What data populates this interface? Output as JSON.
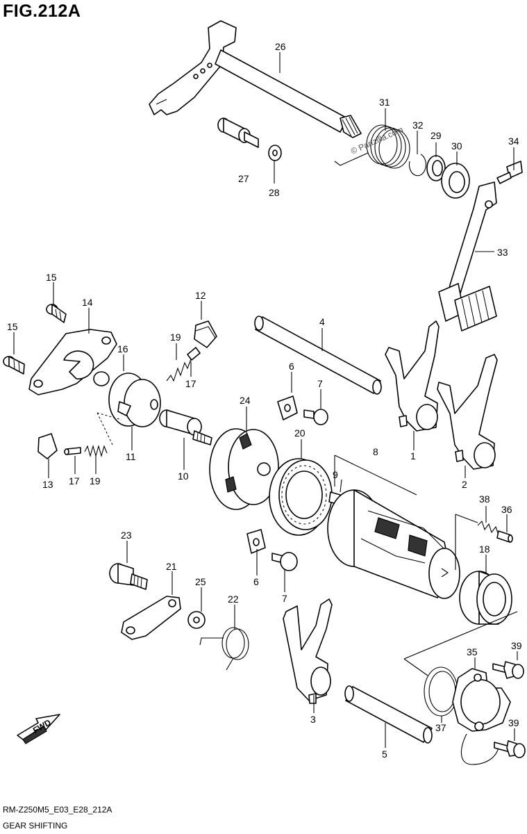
{
  "figure": {
    "title": "FIG.212A",
    "code": "RM-Z250M5_E03_E28_212A",
    "name": "GEAR SHIFTING",
    "watermark": "© Partzilla.com",
    "fwd_label": "FWD"
  },
  "callouts": [
    {
      "id": "c1",
      "text": "1"
    },
    {
      "id": "c2",
      "text": "2"
    },
    {
      "id": "c3",
      "text": "3"
    },
    {
      "id": "c4",
      "text": "4"
    },
    {
      "id": "c5",
      "text": "5"
    },
    {
      "id": "c6a",
      "text": "6"
    },
    {
      "id": "c6b",
      "text": "6"
    },
    {
      "id": "c7a",
      "text": "7"
    },
    {
      "id": "c7b",
      "text": "7"
    },
    {
      "id": "c8",
      "text": "8"
    },
    {
      "id": "c9",
      "text": "9"
    },
    {
      "id": "c10",
      "text": "10"
    },
    {
      "id": "c11",
      "text": "11"
    },
    {
      "id": "c12",
      "text": "12"
    },
    {
      "id": "c13",
      "text": "13"
    },
    {
      "id": "c14",
      "text": "14"
    },
    {
      "id": "c15a",
      "text": "15"
    },
    {
      "id": "c15b",
      "text": "15"
    },
    {
      "id": "c16",
      "text": "16"
    },
    {
      "id": "c17a",
      "text": "17"
    },
    {
      "id": "c17b",
      "text": "17"
    },
    {
      "id": "c18",
      "text": "18"
    },
    {
      "id": "c19a",
      "text": "19"
    },
    {
      "id": "c19b",
      "text": "19"
    },
    {
      "id": "c20",
      "text": "20"
    },
    {
      "id": "c21",
      "text": "21"
    },
    {
      "id": "c22",
      "text": "22"
    },
    {
      "id": "c23",
      "text": "23"
    },
    {
      "id": "c24",
      "text": "24"
    },
    {
      "id": "c25",
      "text": "25"
    },
    {
      "id": "c26",
      "text": "26"
    },
    {
      "id": "c27",
      "text": "27"
    },
    {
      "id": "c28",
      "text": "28"
    },
    {
      "id": "c29",
      "text": "29"
    },
    {
      "id": "c30",
      "text": "30"
    },
    {
      "id": "c31",
      "text": "31"
    },
    {
      "id": "c32",
      "text": "32"
    },
    {
      "id": "c33",
      "text": "33"
    },
    {
      "id": "c34",
      "text": "34"
    },
    {
      "id": "c35",
      "text": "35"
    },
    {
      "id": "c36",
      "text": "36"
    },
    {
      "id": "c37",
      "text": "37"
    },
    {
      "id": "c38",
      "text": "38"
    },
    {
      "id": "c39a",
      "text": "39"
    },
    {
      "id": "c39b",
      "text": "39"
    }
  ]
}
